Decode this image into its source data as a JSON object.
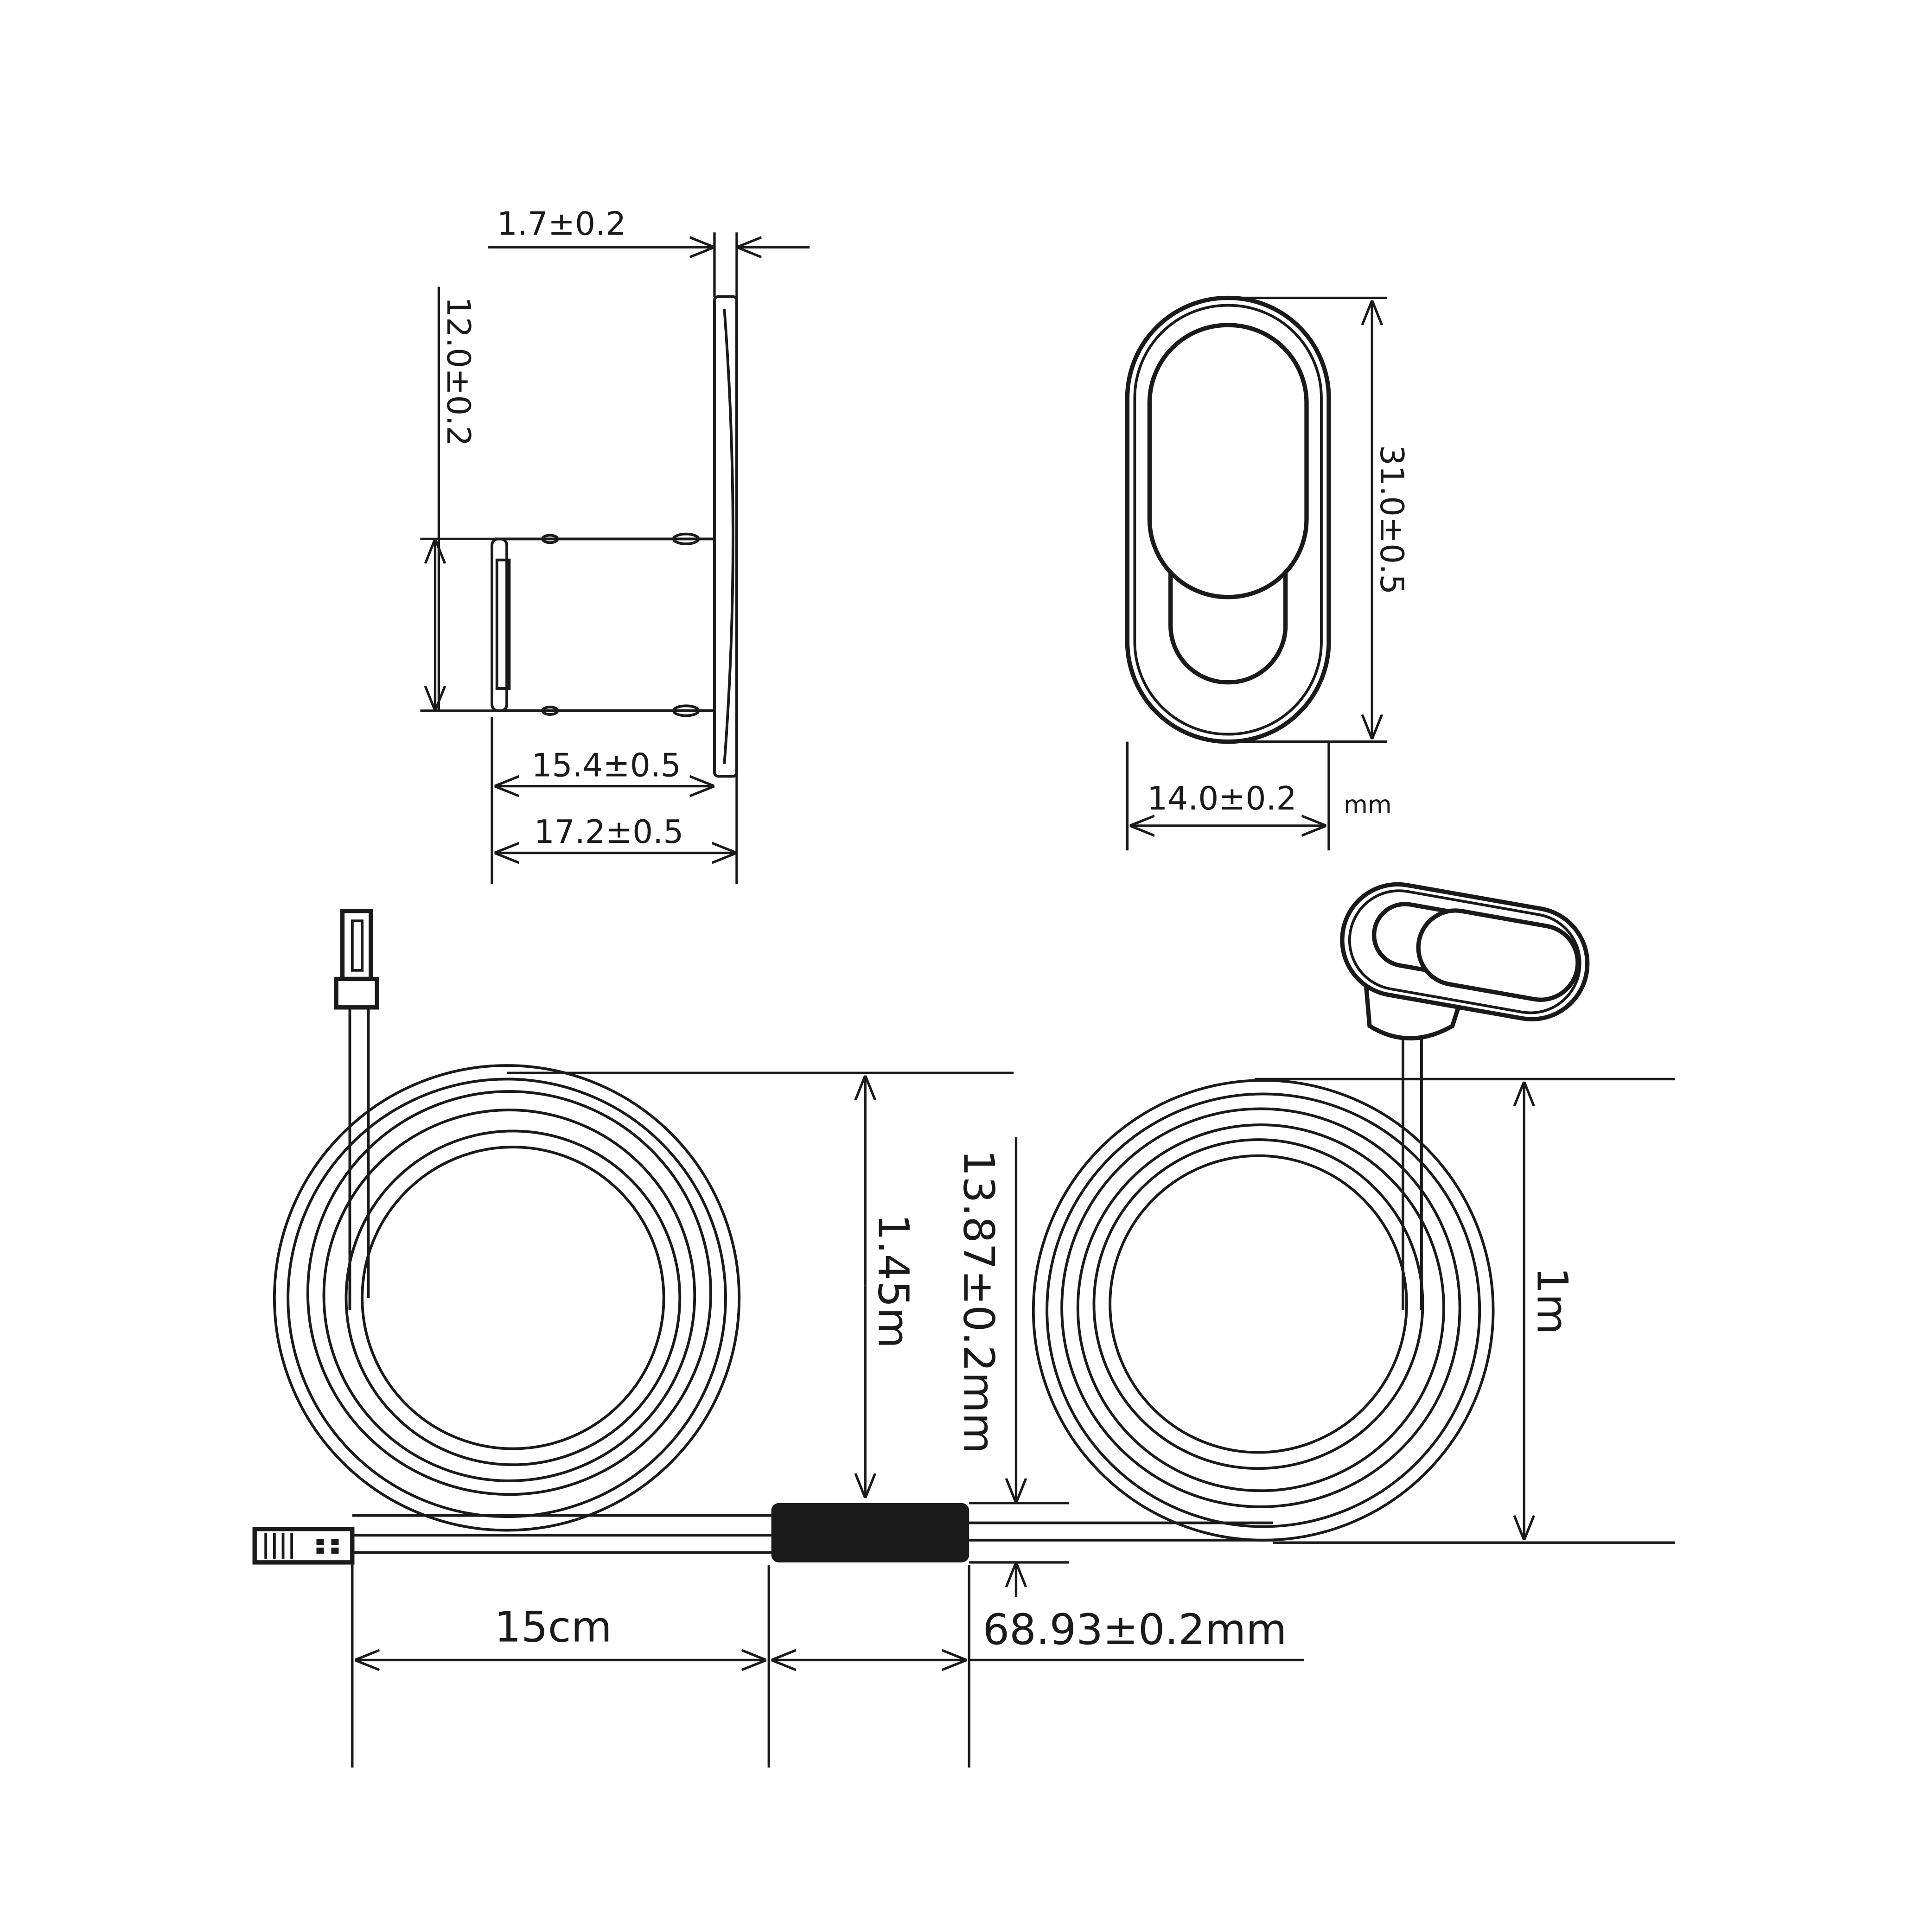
{
  "side_view": {
    "thickness_label": "1.7±0.2",
    "height_label": "12.0±0.2",
    "body_depth_label": "15.4±0.5",
    "total_depth_label": "17.2±0.5"
  },
  "front_view": {
    "length_label": "31.0±0.5",
    "width_label": "14.0±0.2",
    "unit_label": "mm"
  },
  "cable_view": {
    "left_coil_label": "1.45m",
    "sleeve_width_label": "13.87±0.2mm",
    "right_coil_label": "1m",
    "lead_length_label": "15cm",
    "sleeve_length_label": "68.93±0.2mm"
  },
  "colors": {
    "line": "#1a1a1a",
    "sleeve": "#1a1a1a",
    "background": "#ffffff"
  }
}
